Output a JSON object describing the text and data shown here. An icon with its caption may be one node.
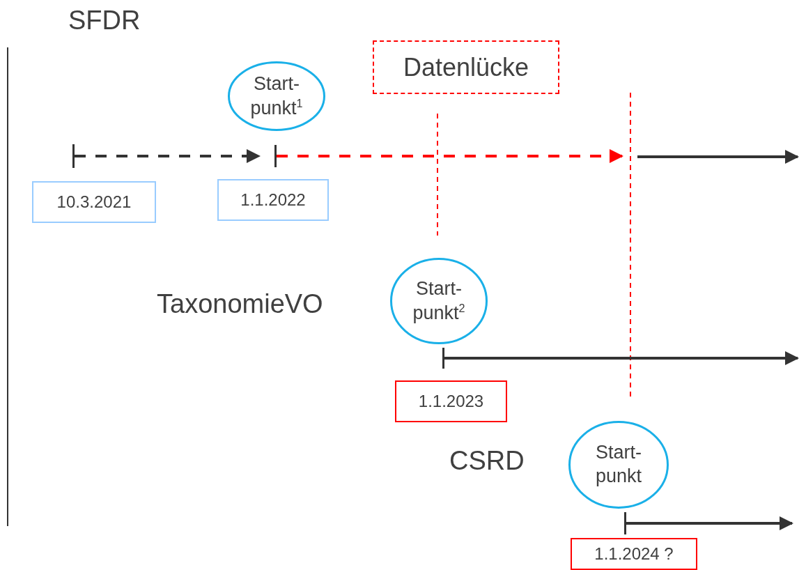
{
  "diagram": {
    "nodes": [
      {
        "text": [
          "Start- punkt$^{1}$"
        ]
      },
      {
        "text": [
          "Datenlücke"
        ]
      },
      {
        "text": [],
        "shape": "bar"
      },
      {
        "text": [],
        "shape": "bar"
      },
      {
        "text": [
          "10.3.2021"
        ]
      },
      {
        "text": [
          "1.1.2022"
        ]
      },
      {
        "text": [
          "Start- punkt$^{2}$"
        ]
      },
      {
        "text": [],
        "shape": "bar"
      },
      {
        "text": [
          "1.1.2023"
        ]
      },
      {
        "text": [
          "Start- punkt"
        ]
      },
      {
        "text": [],
        "shape": "bar"
      },
      {
        "text": [
          "1.1.2024 ?"
        ]
      }
    ],
    "edges": [
      {
        "from": 2,
        "to": 3,
        "arrow": "to",
        "style": "dashed"
      },
      {
        "from": 3,
        "to": null,
        "arrow": "to",
        "style": "dashed",
        "color": "#ff0000"
      },
      {
        "from": 7,
        "to": null,
        "arrow": "to"
      },
      {
        "from": 10,
        "to": null,
        "arrow": "to"
      }
    ],
    "labels": [
      "SFDR",
      "TaxonomieVO",
      "CSRD"
    ]
  }
}
